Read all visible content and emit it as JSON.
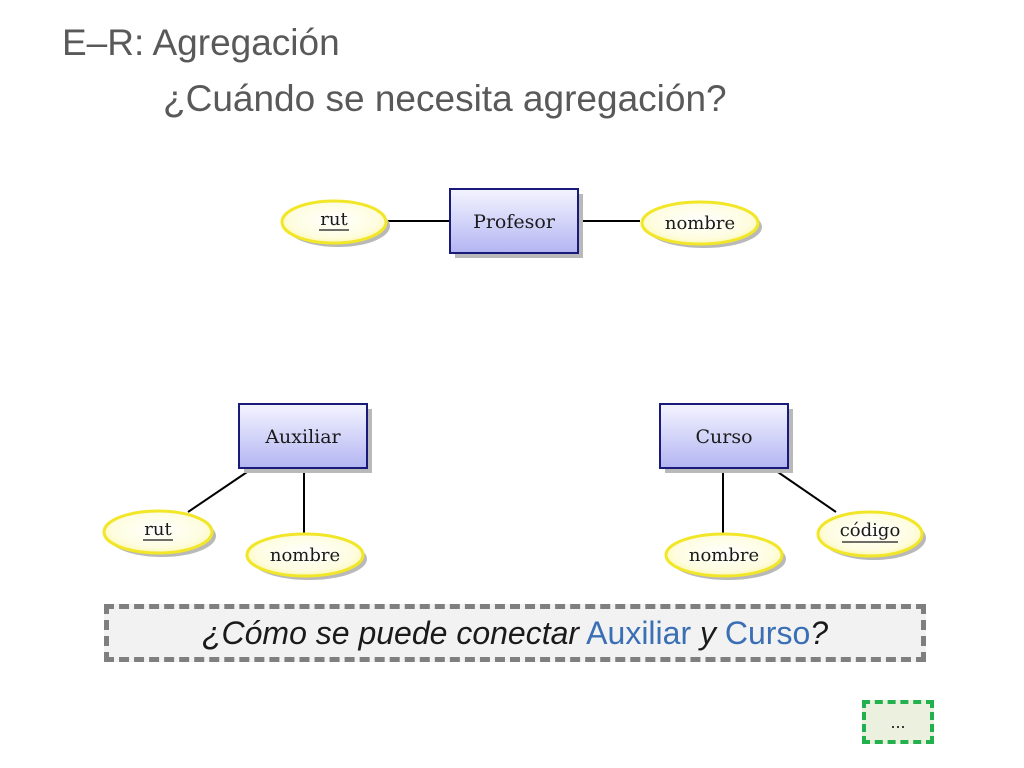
{
  "slide": {
    "title": "E–R: Agregación",
    "subtitle": "¿Cuándo se necesita agregación?"
  },
  "diagram": {
    "entities": {
      "profesor": "Profesor",
      "auxiliar": "Auxiliar",
      "curso": "Curso"
    },
    "attributes": {
      "profesor_rut": "rut",
      "profesor_nombre": "nombre",
      "auxiliar_rut": "rut",
      "auxiliar_nombre": "nombre",
      "curso_nombre": "nombre",
      "curso_codigo": "código"
    },
    "colors": {
      "entity_fill": "#c7c9f7",
      "entity_stroke": "#1a1a7a",
      "attribute_fill": "#fefdc8",
      "attribute_stroke": "#f2e629",
      "shadow": "#b9b9b9"
    }
  },
  "question": {
    "part1": "¿Cómo se puede conectar",
    "part2": "Auxiliar",
    "part3": "y",
    "part4": "Curso",
    "part5": "?",
    "highlight_color": "#3a6fb5"
  },
  "more_button": {
    "label": "..."
  }
}
